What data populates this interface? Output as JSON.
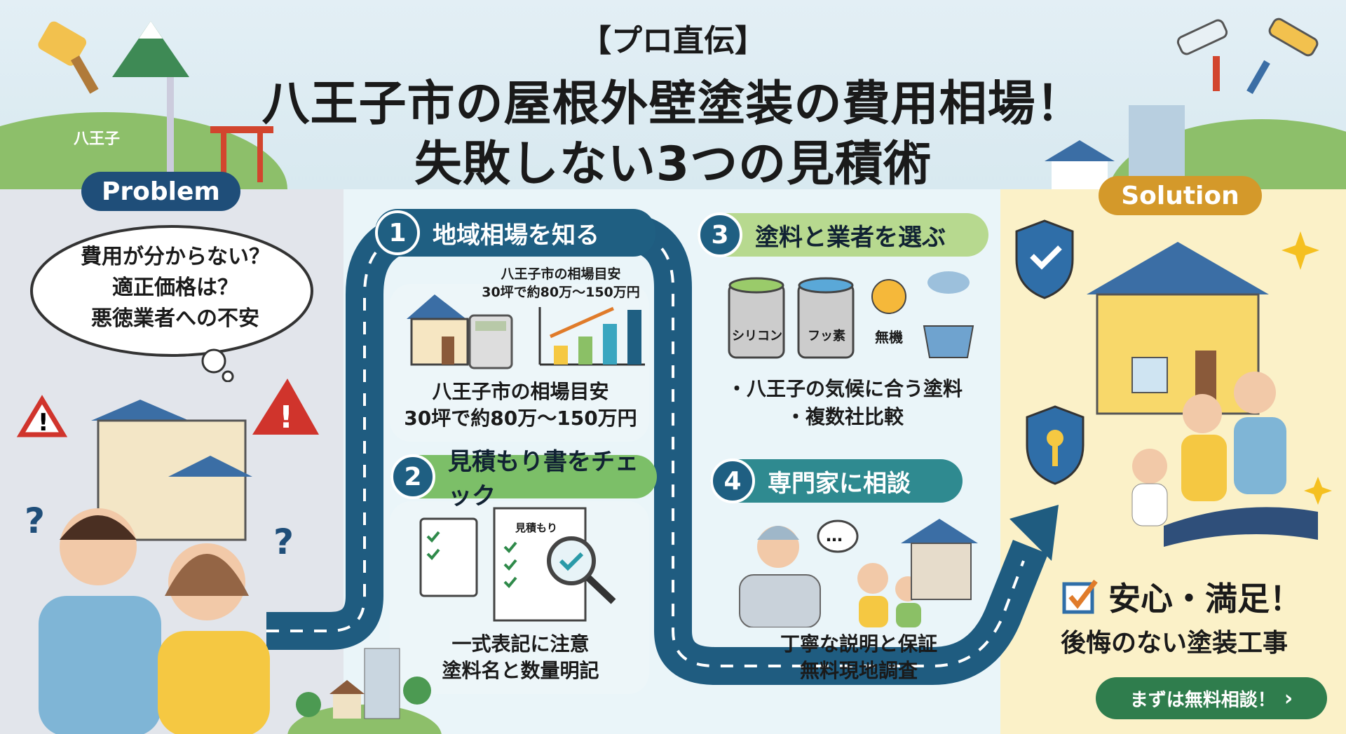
{
  "header": {
    "tag": "【プロ直伝】",
    "title_line1": "八王子市の屋根外壁塗装の費用相場！",
    "title_line2": "失敗しない3つの見積術",
    "city_label": "八王子"
  },
  "problem": {
    "badge": "Problem",
    "thoughts": [
      "費用が分からない？",
      "適正価格は？",
      "悪徳業者への不安"
    ]
  },
  "steps": [
    {
      "num": "1",
      "label": "地域相場を知る",
      "chart_caption_line1": "八王子市の相場目安",
      "chart_caption_line2": "30坪で約80万〜150万円",
      "caption_line1": "八王子市の相場目安",
      "caption_line2": "30坪で約80万〜150万円"
    },
    {
      "num": "2",
      "label": "見積もり書をチェック",
      "doc_label": "見積もり",
      "caption_line1": "一式表記に注意",
      "caption_line2": "塗料名と数量明記"
    },
    {
      "num": "3",
      "label": "塗料と業者を選ぶ",
      "paints": [
        "シリコン",
        "フッ素",
        "無機"
      ],
      "caption_line1": "・八王子の気候に合う塗料",
      "caption_line2": "・複数社比較"
    },
    {
      "num": "4",
      "label": "専門家に相談",
      "speech": "…",
      "caption_line1": "丁寧な説明と保証",
      "caption_line2": "無料現地調査"
    }
  ],
  "solution": {
    "badge": "Solution",
    "headline": "安心・満足！",
    "subline": "後悔のない塗装工事",
    "cta": "まずは無料相談！",
    "cta_icon": "chevron-right"
  },
  "colors": {
    "road": "#1f5c80",
    "problem_badge": "#1f4e79",
    "solution_badge": "#d4992a",
    "cta": "#2f7d4d"
  }
}
